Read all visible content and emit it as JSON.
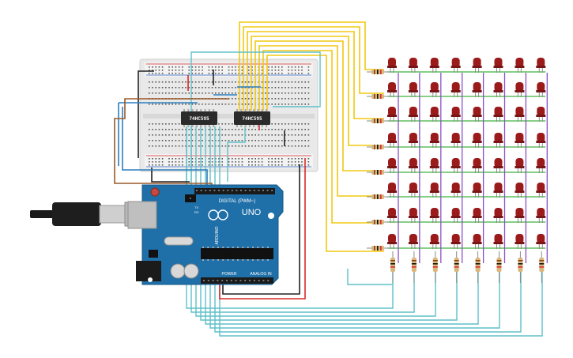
{
  "circuit": {
    "chips": [
      {
        "label": "74HC595"
      },
      {
        "label": "74HC595"
      }
    ],
    "arduino": {
      "brand": "ARDUINO",
      "model": "UNO",
      "digital_header": "DIGITAL (PWM~)",
      "power_header": "POWER",
      "analog_header": "ANALOG IN",
      "tx_label": "TX",
      "rx_label": "RX",
      "l_label": "L"
    },
    "led_matrix": {
      "rows": 8,
      "cols": 8,
      "led_color": "#9b1b1b"
    },
    "colors": {
      "wire_yellow": "#f2c811",
      "wire_teal": "#5ec0c9",
      "wire_green": "#3fb23f",
      "wire_purple": "#8a4fc6",
      "wire_red": "#d62b2b",
      "wire_black": "#222222",
      "wire_brown": "#9b5a2a",
      "wire_blue": "#2a7fc0",
      "board": "#1f6fa8",
      "breadboard": "#e8e8e8"
    }
  }
}
